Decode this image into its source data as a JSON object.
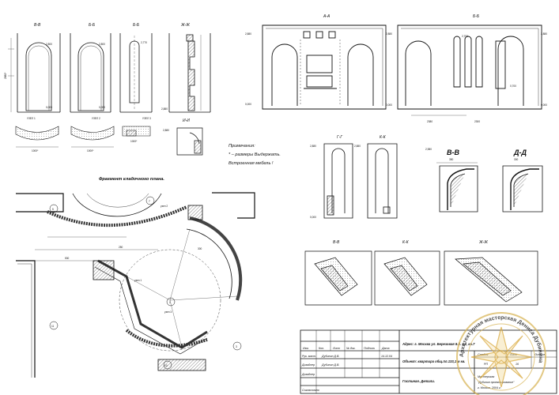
{
  "views": {
    "elev_1": "В-В",
    "elev_2": "Б-Б",
    "elev_3": "Б-Б",
    "elev_4": "Ж-Ж",
    "section_a": "А-А",
    "section_b": "Б-Б",
    "detail_small": "И-И",
    "view_g": "Г-Г",
    "view_k": "К-К",
    "big_b": "В-В",
    "big_d": "Д-Д",
    "bottom_1": "В-В",
    "bottom_2": "К-К",
    "bottom_3": "Ж-Ж"
  },
  "units": {
    "u1": "УЗЕЛ 1",
    "u2": "УЗЕЛ 2",
    "u3": "УЗЕЛ 3",
    "u1_small": "узел 1",
    "u2_small": "узел 2",
    "u3_small": "узел 3"
  },
  "plan_title": "Фрагмент кладочного плана.",
  "notes": {
    "heading": "Примечания:",
    "line1": "* – размеры Выдержать.",
    "line2": "Встроенная мебель !"
  },
  "dims": {
    "d1": "2,800",
    "d2": "0,000",
    "d3": "2,800",
    "d4": "0,000",
    "d5": "2,770",
    "d6": "2,880",
    "d7": "0,000",
    "d8": "2,880",
    "d9": "0,000",
    "d10": "2,880",
    "d11": "0,000",
    "d12": "0,000",
    "d13": "2,880",
    "d14": "0,000",
    "d15": "2,700",
    "d16": "0,700",
    "d17": "2,880",
    "d18": "0,000",
    "d19": "2,880",
    "d20": "2,880",
    "d21": "2,980",
    "w1": "1000*",
    "w2": "1000*",
    "w3": "1000*",
    "w4": "2380",
    "w5": "2300",
    "w6": "530",
    "w7": "250",
    "w8": "350",
    "w9": "300",
    "w10": "300"
  },
  "rooms": {
    "r1": "1",
    "r3": "3",
    "r5": "5",
    "r7": "7",
    "r10": "10",
    "r11": "11"
  },
  "title_block": {
    "h_izm": "Изм.",
    "h_kol": "Кол.",
    "h_list": "Лист",
    "h_doc": "№ док.",
    "h_podp": "Подпись",
    "h_data": "Дата",
    "r1_role": "Рук. маст.",
    "r1_name": "Дубинин Д.В.",
    "r1_date": "14.12.04",
    "r2_role": "Дизайнер",
    "r2_name": "Дубинин Д.В.",
    "r3_role": "Дизайнер",
    "r4_role": "Согласовано",
    "address": "Адрес: г. Москва ул. Березовая 8.д. к.2, кв.7",
    "object": "Объект: квартира общ.пл.133,1 м кв.",
    "sheet_title": "Гостиная. Детали.",
    "stage_h": "Стадия",
    "list_h": "Лист",
    "lists_h": "Листов",
    "stage_v": "РП",
    "list_v": "16",
    "org1": "Мастерская",
    "org2": "\"Дубинин проектирование\"",
    "org3": "г. Москва, 2004 г."
  },
  "stamp": {
    "ring_text": "Архитектурная мастерская Дениса Дубинина"
  }
}
